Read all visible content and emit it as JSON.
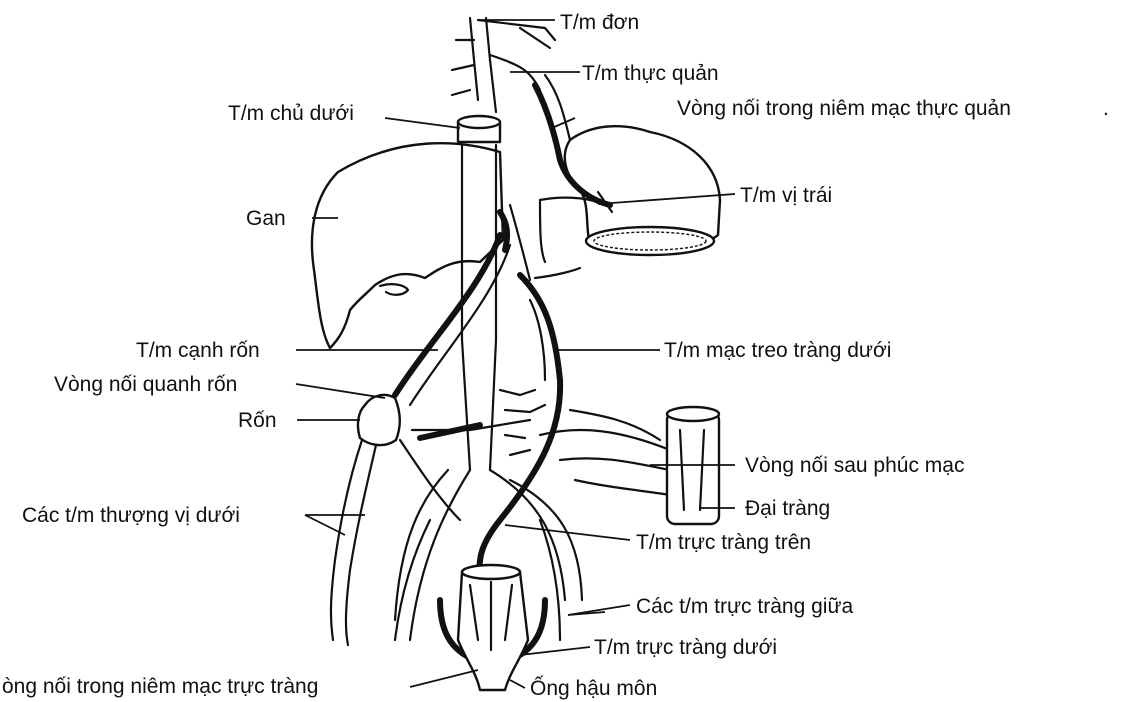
{
  "labels": {
    "azygos": "T/m đơn",
    "esophageal": "T/m thực quản",
    "ivc": "T/m chủ dưới",
    "esophageal_anastomosis": "Vòng nối trong niêm mạc thực quản",
    "dot": ".",
    "left_gastric": "T/m vị trái",
    "liver": "Gan",
    "paraumbilical": "T/m cạnh rốn",
    "inferior_mesenteric": "T/m mạc treo tràng dưới",
    "periumbilical_anastomosis": "Vòng nối quanh rốn",
    "umbilicus": "Rốn",
    "retroperitoneal_anastomosis": "Vòng nối sau phúc mạc",
    "colon": "Đại tràng",
    "inferior_epigastric": "Các t/m thượng vị dưới",
    "superior_rectal": "T/m trực tràng trên",
    "middle_rectal": "Các t/m trực tràng giữa",
    "inferior_rectal": "T/m trực tràng dưới",
    "rectal_anastomosis": "òng nối trong niêm mạc trực tràng",
    "anal_canal": "Ống hậu môn"
  }
}
